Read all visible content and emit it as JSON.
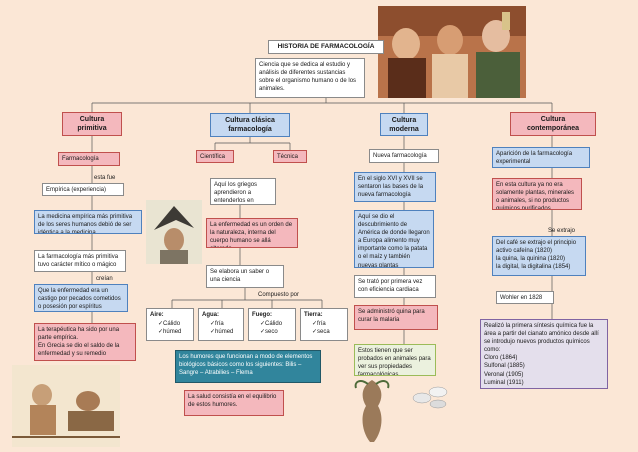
{
  "title": "HISTORIA DE FARMACOLOGÍA",
  "definition": "Ciencia que se dedica al estudio y análisis de diferentes sustancias sobre el organismo humano o de los animales.",
  "col1": {
    "header": "Cultura primitiva",
    "farmacologia": "Farmacología",
    "esta_fue": "esta fue",
    "empirica": "Empírica (experiencia)",
    "medicina": "La medicina empírica más primitiva de los seres humanos debió de ser idéntica a la medicina",
    "farm_primitiva": "La farmacología más primitiva tuvo carácter mítico o mágico",
    "creian": "creían",
    "enfermedad": "Que la enfermedad era un castigo por pecados cometidos o posesión por espíritus malignos",
    "terapeutica": "La terapéutica ha sido por una parte empírica.\nEn Grecia se dio el saldo de la enfermedad y su remedio"
  },
  "col2": {
    "header": "Cultura clásica farmacología",
    "cientifica": "Científica",
    "tecnica": "Técnica",
    "griegos": "Aquí los griegos aprendieron a entenderlos en términos de naturaleza",
    "enfermedad_orden": "La enfermedad es un orden de la naturaleza, interna del cuerpo humano se allá alterado",
    "saber": "Se elabora un saber o una ciencia",
    "compuesto_por": "Compuesto por",
    "elements": [
      {
        "name": "Aire:",
        "items": [
          "Cálido",
          "húmed"
        ]
      },
      {
        "name": "Agua:",
        "items": [
          "fría",
          "húmed"
        ]
      },
      {
        "name": "Fuego:",
        "items": [
          "Cálido",
          "seco"
        ]
      },
      {
        "name": "Tierra:",
        "items": [
          "fría",
          "seca"
        ]
      }
    ],
    "humores": "Los humores que funcionan a modo de elementos biológicos básicos como los siguientes: Bilis – Sangre – Atrabilies – Flema",
    "salud": "La salud consistía en el equilibrio de estos humores."
  },
  "col3": {
    "header": "Cultura moderna",
    "nueva": "Nueva farmacología",
    "siglos": "En el siglo XVI y XVII se sentaron las bases de la nueva farmacología",
    "america": "Aquí se dio el descubrimiento de América de donde llegaron a Europa alimento muy importante como la patata o el maíz y también nuevas plantas medicinales.",
    "cardiaca": "Se trató por primera vez con eficiencia cardiaca",
    "malaria": "Se administró quina para curar la malaria",
    "probados": "Estos tienen que ser probados en animales para ver sus propiedades farmacológicas"
  },
  "col4": {
    "header": "Cultura contemporánea",
    "aparicion": "Aparición de la farmacología experimental",
    "cultura": "En esta cultura ya no era solamente plantas, minerales o animales, si no productos químicos purificados",
    "se_extrajo": "Se extrajo",
    "extrajo": "Del café se extrajo el principio activo cafeína (1820)\nla quina, la quinina (1820)\nla digital, la digitalina (1854)",
    "wohler": "Wohler en 1828",
    "sintesis": "Realizó la primera síntesis química fue la área a partir del cianato amónico desde allí se introdujo nuevos productos químicos como:\nCloro (1864)\nSulfonal (1885)\nVeronal (1905)\nLuminal (1911)"
  },
  "colors": {
    "background": "#fbe7d6",
    "pink": "#f4b8bd",
    "blue": "#c6d9f1",
    "green": "#ebf1de",
    "purple": "#e4dfec",
    "teal": "#31859c"
  }
}
